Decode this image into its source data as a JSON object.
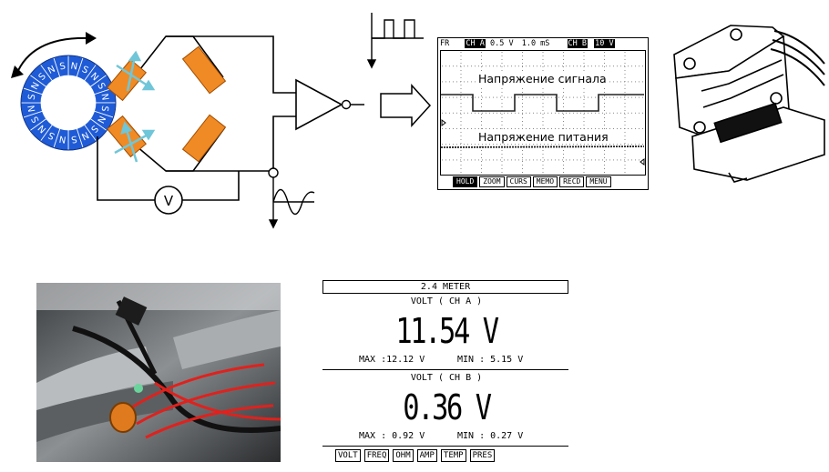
{
  "magnet_ring": {
    "poles": [
      "N",
      "S",
      "N",
      "S",
      "N",
      "S",
      "N",
      "S",
      "N",
      "S",
      "N",
      "S",
      "N",
      "S",
      "N",
      "S",
      "N",
      "S",
      "N",
      "S"
    ],
    "color": "#1f5bd6"
  },
  "bridge": {
    "resistor_color": "#f08a24",
    "arrow_color": "#6fc6d8"
  },
  "voltmeter": {
    "label": "V"
  },
  "scope": {
    "top_bar": {
      "fr": "FR",
      "ch_a_tag": "CH A",
      "ch_a_scale": "0.5 V",
      "time_scale": "1.0 mS",
      "ch_b_tag": "CH B",
      "ch_b_scale": "10 V"
    },
    "signal_label": "Напряжение сигнала",
    "supply_label": "Напряжение питания",
    "buttons": [
      "HOLD",
      "ZOOM",
      "CURS",
      "MEMO",
      "RECD",
      "MENU"
    ]
  },
  "meter": {
    "title": "2.4 METER",
    "ch_a": {
      "label": "VOLT ( CH A )",
      "value": "11.54 V",
      "max": "MAX :12.12 V",
      "min": "MIN : 5.15 V"
    },
    "ch_b": {
      "label": "VOLT ( CH B )",
      "value": "0.36 V",
      "max": "MAX : 0.92 V",
      "min": "MIN : 0.27 V"
    },
    "buttons": [
      "VOLT",
      "FREQ",
      "OHM",
      "AMP",
      "TEMP",
      "PRES"
    ]
  }
}
